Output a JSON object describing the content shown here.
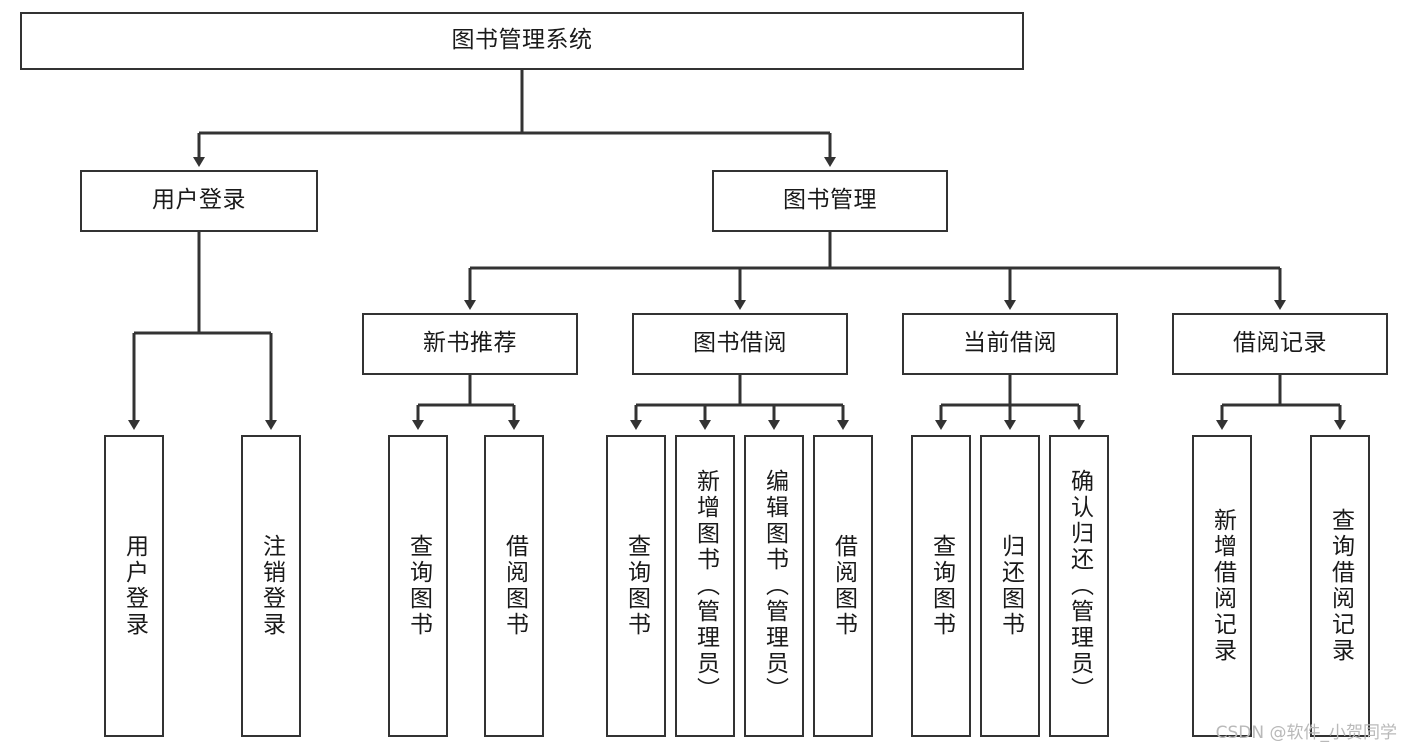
{
  "diagram": {
    "title": "图书管理系统",
    "watermark": "CSDN @软件_小贺同学",
    "colors": {
      "stroke": "#333333",
      "fill": "#ffffff",
      "text": "#1a1a1a",
      "watermark": "#b9b9b9"
    },
    "nodes": {
      "root": {
        "label": "图书管理系统"
      },
      "user_login": {
        "label": "用户登录"
      },
      "book_manage": {
        "label": "图书管理"
      },
      "new_book_rec": {
        "label": "新书推荐"
      },
      "book_borrow": {
        "label": "图书借阅"
      },
      "current_borrow": {
        "label": "当前借阅"
      },
      "borrow_record": {
        "label": "借阅记录"
      },
      "leaf_user_login": {
        "label": "用户登录"
      },
      "leaf_logout": {
        "label": "注销登录"
      },
      "leaf_query_book_1": {
        "label": "查询图书"
      },
      "leaf_borrow_book_1": {
        "label": "借阅图书"
      },
      "leaf_query_book_2": {
        "label": "查询图书"
      },
      "leaf_add_book": {
        "label": "新增图书（管理员）"
      },
      "leaf_edit_book": {
        "label": "编辑图书（管理员）"
      },
      "leaf_borrow_book_2": {
        "label": "借阅图书"
      },
      "leaf_query_book_3": {
        "label": "查询图书"
      },
      "leaf_return_book": {
        "label": "归还图书"
      },
      "leaf_confirm_return": {
        "label": "确认归还（管理员）"
      },
      "leaf_add_record": {
        "label": "新增借阅记录"
      },
      "leaf_query_record": {
        "label": "查询借阅记录"
      }
    }
  },
  "chart_data": {
    "type": "diagram",
    "subtype": "tree-hierarchy",
    "title": "图书管理系统",
    "orientation": "top-down",
    "levels": 4,
    "tree": {
      "label": "图书管理系统",
      "children": [
        {
          "label": "用户登录",
          "children": [
            {
              "label": "用户登录"
            },
            {
              "label": "注销登录"
            }
          ]
        },
        {
          "label": "图书管理",
          "children": [
            {
              "label": "新书推荐",
              "children": [
                {
                  "label": "查询图书"
                },
                {
                  "label": "借阅图书"
                }
              ]
            },
            {
              "label": "图书借阅",
              "children": [
                {
                  "label": "查询图书"
                },
                {
                  "label": "新增图书（管理员）"
                },
                {
                  "label": "编辑图书（管理员）"
                },
                {
                  "label": "借阅图书"
                }
              ]
            },
            {
              "label": "当前借阅",
              "children": [
                {
                  "label": "查询图书"
                },
                {
                  "label": "归还图书"
                },
                {
                  "label": "确认归还（管理员）"
                }
              ]
            },
            {
              "label": "借阅记录",
              "children": [
                {
                  "label": "新增借阅记录"
                },
                {
                  "label": "查询借阅记录"
                }
              ]
            }
          ]
        }
      ]
    }
  }
}
